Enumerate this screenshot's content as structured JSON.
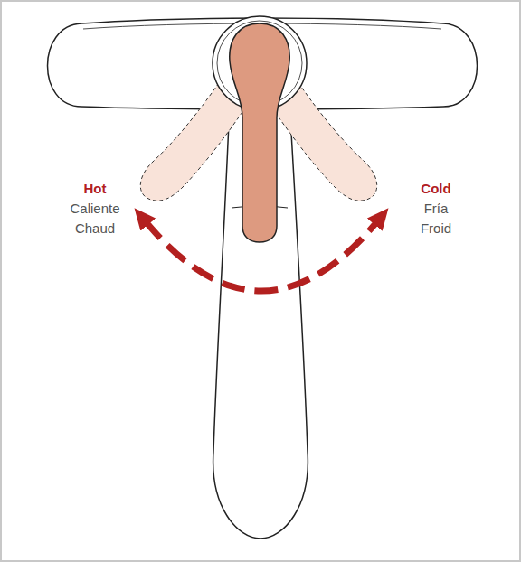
{
  "diagram": {
    "labels": [
      "Hot",
      "Caliente",
      "Chaud",
      "Cold",
      "Fría",
      "Froid"
    ]
  }
}
